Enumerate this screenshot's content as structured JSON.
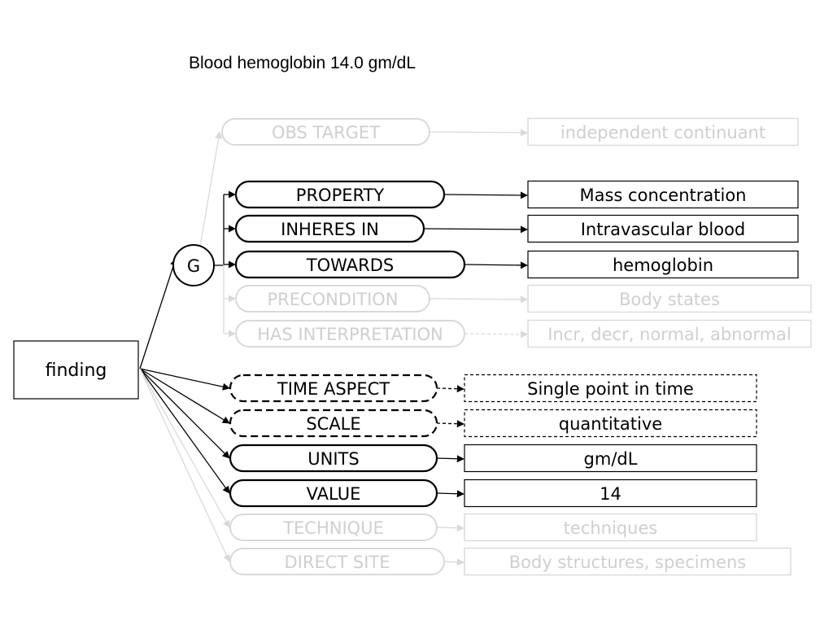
{
  "title": "Blood hemoglobin 14.0 gm/dL",
  "root": {
    "label": "finding"
  },
  "group": {
    "label": "G"
  },
  "colors": {
    "active": "#000000",
    "faded": "#d9d9d9",
    "text_faded": "#cfcfcf"
  },
  "group_attributes": [
    {
      "id": "obs-target",
      "attribute": "OBS TARGET",
      "value": "independent continuant",
      "state": "faded",
      "link": "solid"
    },
    {
      "id": "property",
      "attribute": "PROPERTY",
      "value": "Mass concentration",
      "state": "active",
      "link": "solid"
    },
    {
      "id": "inheres-in",
      "attribute": "INHERES IN",
      "value": "Intravascular blood",
      "state": "active",
      "link": "solid"
    },
    {
      "id": "towards",
      "attribute": "TOWARDS",
      "value": "hemoglobin",
      "state": "active",
      "link": "solid"
    },
    {
      "id": "precondition",
      "attribute": "PRECONDITION",
      "value": "Body states",
      "state": "faded",
      "link": "solid"
    },
    {
      "id": "has-interpretation",
      "attribute": "HAS INTERPRETATION",
      "value": "Incr, decr, normal, abnormal",
      "state": "faded",
      "link": "dashed"
    }
  ],
  "finding_attributes": [
    {
      "id": "time-aspect",
      "attribute": "TIME ASPECT",
      "value": "Single point in time",
      "state": "dashed",
      "link": "dashed"
    },
    {
      "id": "scale",
      "attribute": "SCALE",
      "value": "quantitative",
      "state": "dashed",
      "link": "dashed"
    },
    {
      "id": "units",
      "attribute": "UNITS",
      "value": "gm/dL",
      "state": "active",
      "link": "solid"
    },
    {
      "id": "value",
      "attribute": "VALUE",
      "value": "14",
      "state": "active",
      "link": "solid"
    },
    {
      "id": "technique",
      "attribute": "TECHNIQUE",
      "value": "techniques",
      "state": "faded",
      "link": "solid"
    },
    {
      "id": "direct-site",
      "attribute": "DIRECT SITE",
      "value": "Body structures, specimens",
      "state": "faded",
      "link": "solid"
    }
  ]
}
